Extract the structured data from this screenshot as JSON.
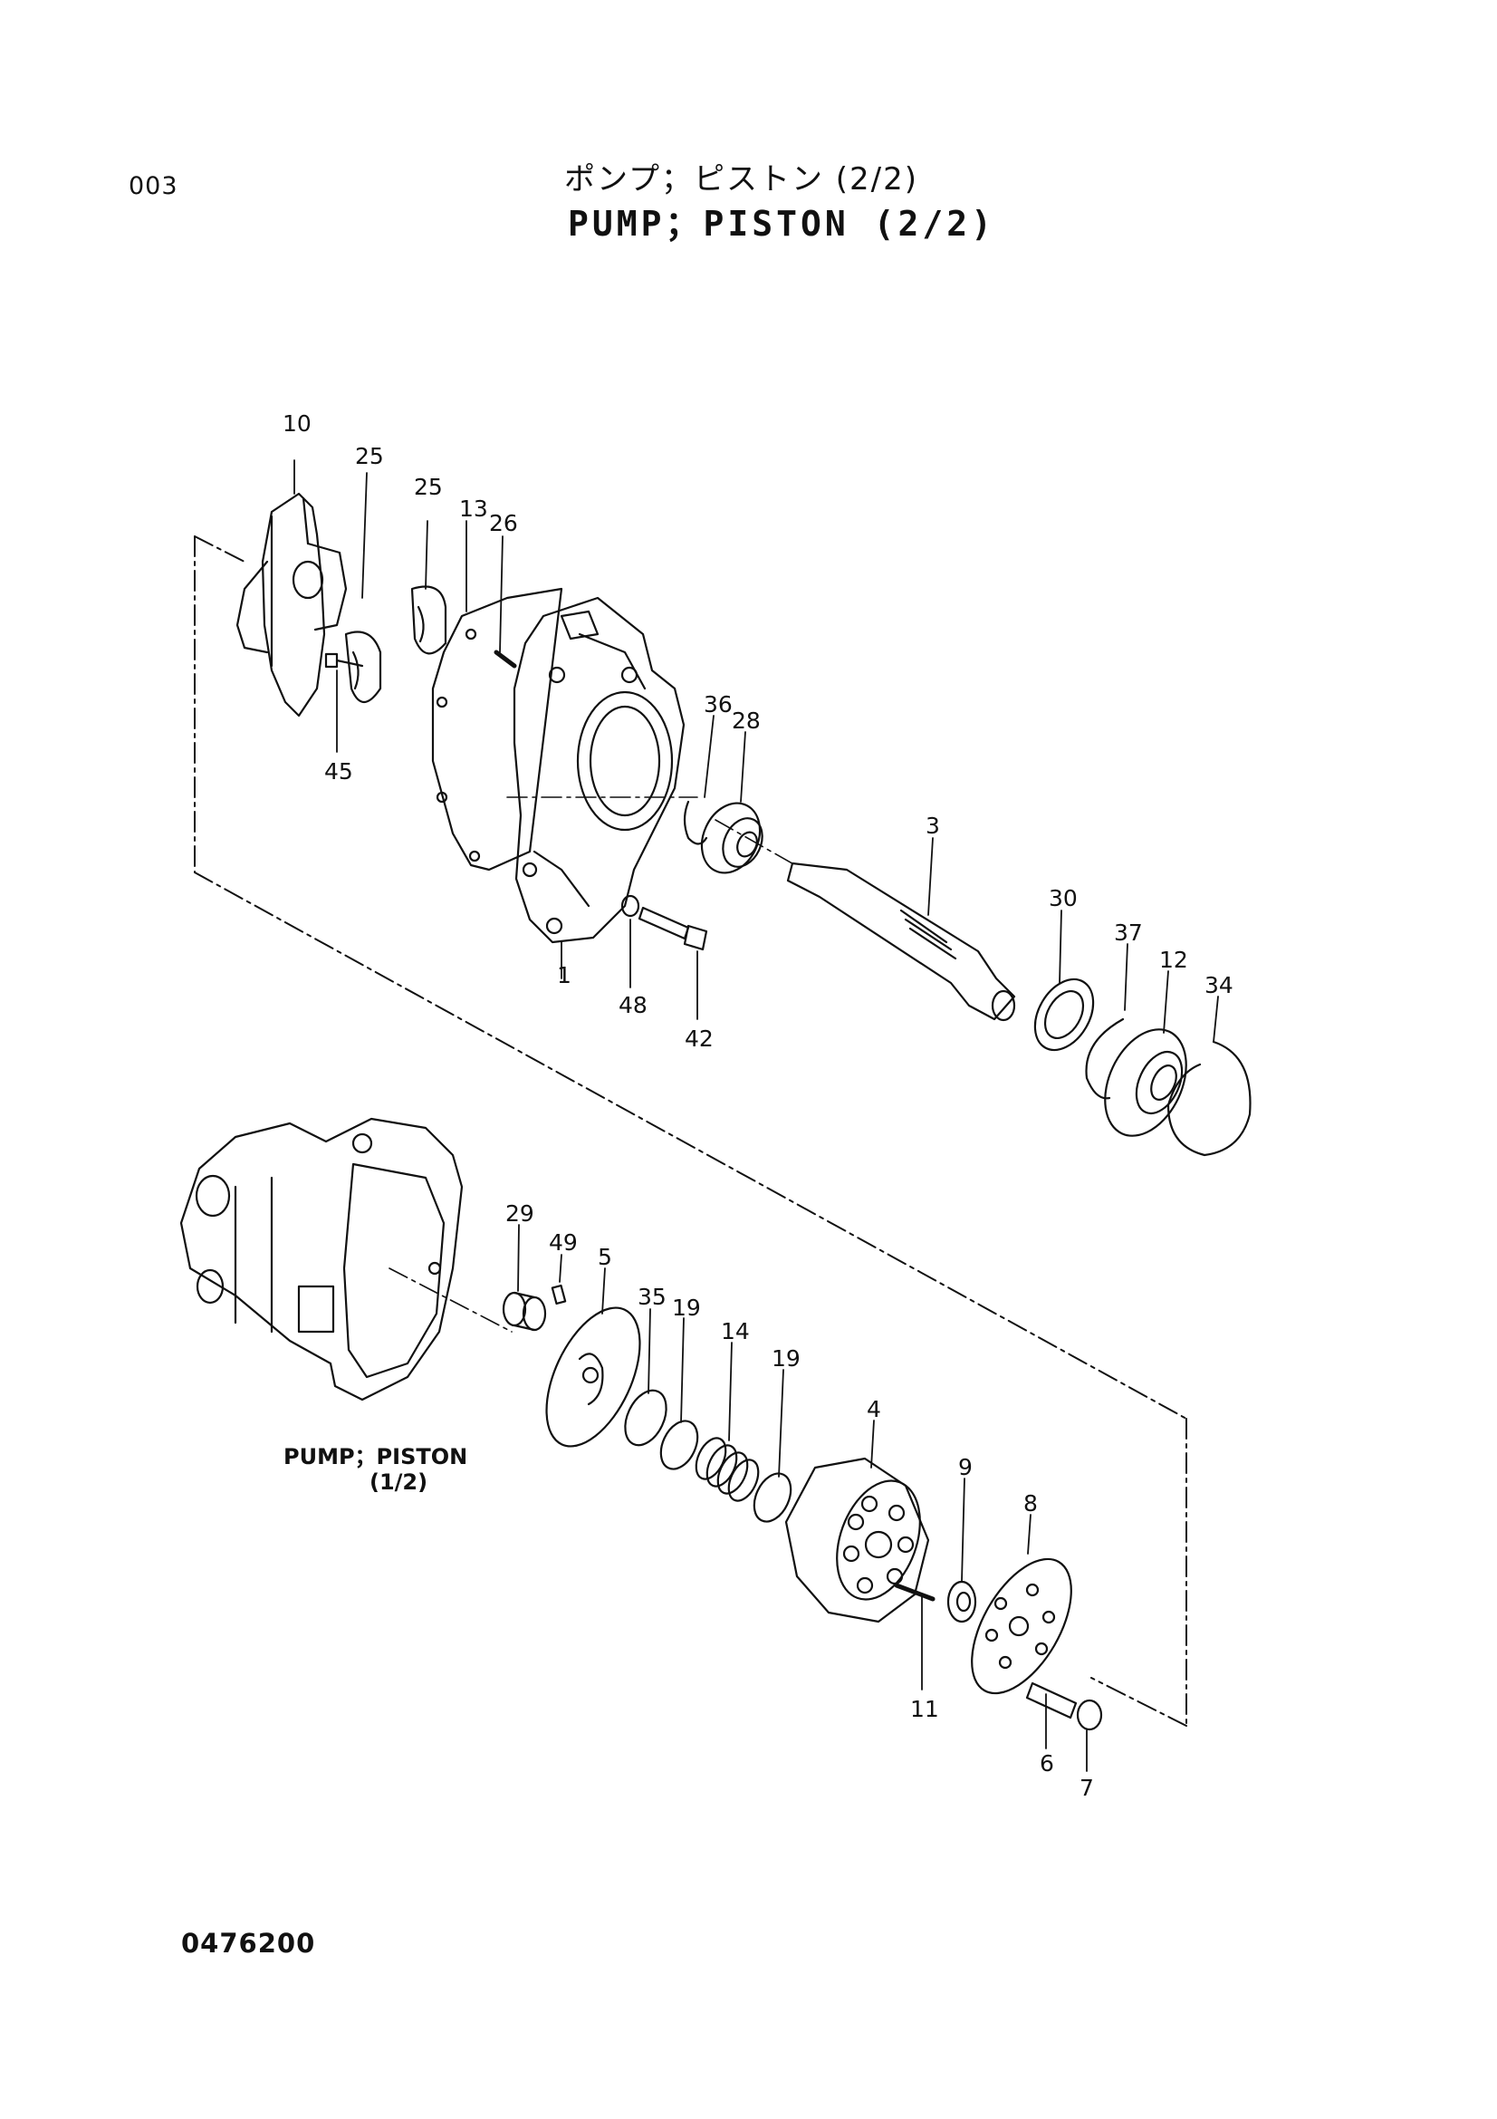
{
  "header": {
    "page_code": "003",
    "title_jp": "ポンプ；ピストン (2/2)",
    "title_en": "PUMP；PISTON (2/2)"
  },
  "reference": {
    "line1": "PUMP；PISTON",
    "line2": "(1/2)"
  },
  "footer": {
    "diagram_number": "0476200"
  },
  "callouts": [
    "10",
    "25",
    "25",
    "13",
    "26",
    "45",
    "36",
    "28",
    "3",
    "1",
    "48",
    "42",
    "30",
    "37",
    "12",
    "34",
    "29",
    "49",
    "5",
    "35",
    "19",
    "14",
    "19",
    "4",
    "9",
    "8",
    "11",
    "6",
    "7"
  ]
}
